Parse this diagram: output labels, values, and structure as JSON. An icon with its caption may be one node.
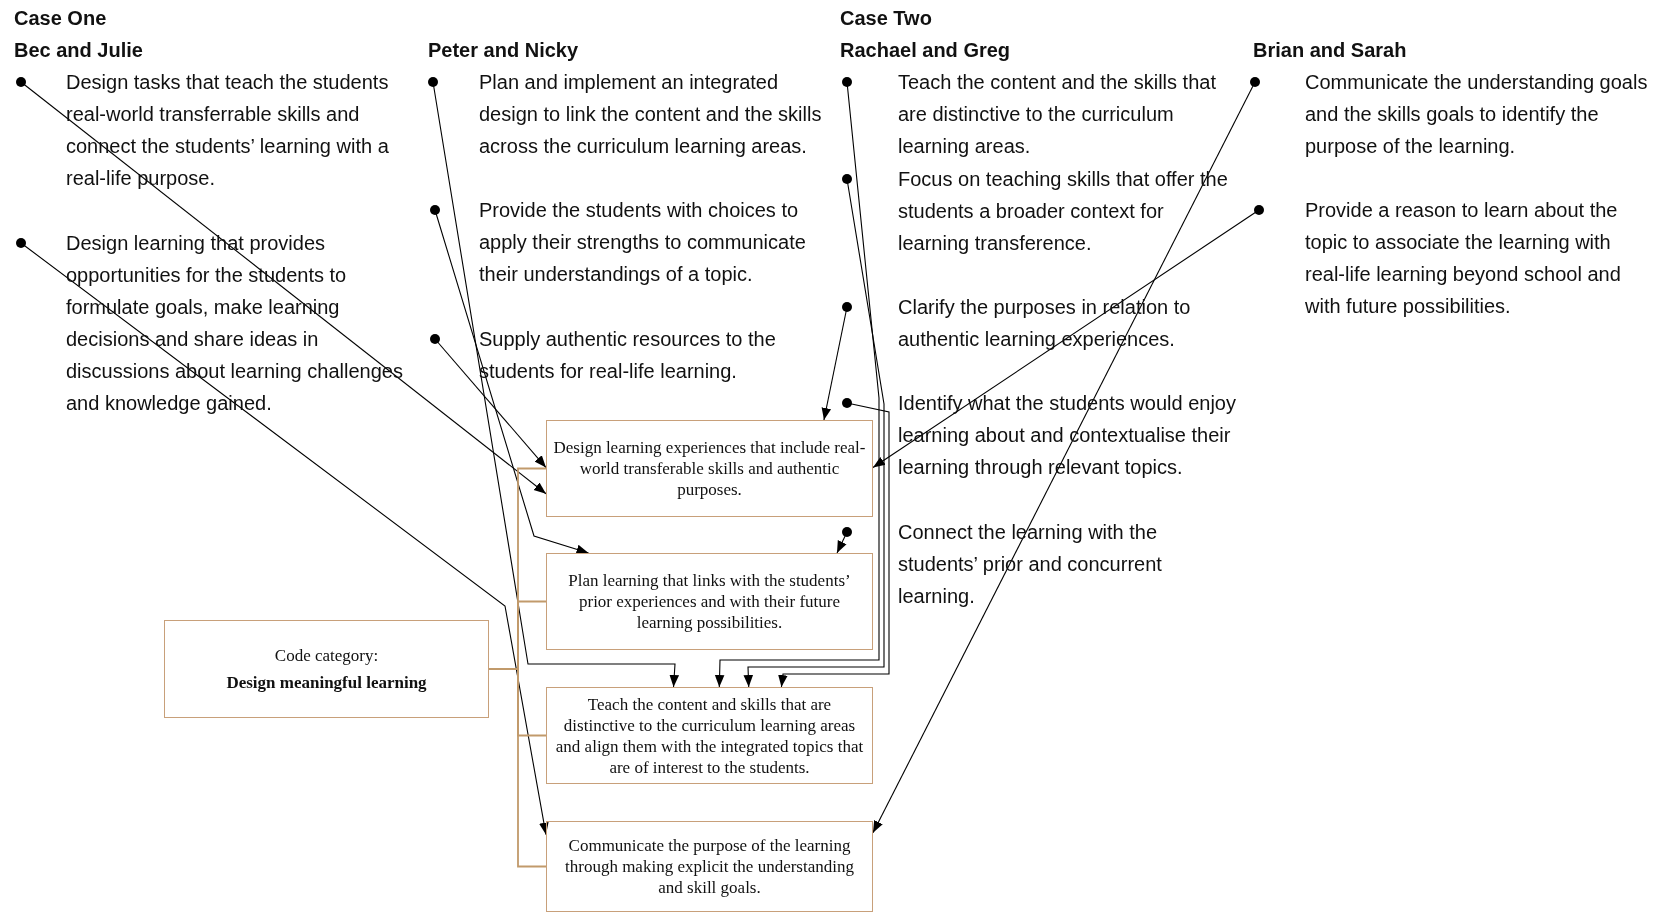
{
  "diagram": {
    "nodes": [
      {
        "text": [
          "Design tasks that teach the students real-world transferrable skills and connect the students’ learning with a real-life purpose."
        ]
      },
      {
        "text": [
          "Design learning that provides opportunities for the students to formulate goals, make learning decisions and share ideas in discussions about learning challenges and knowledge gained."
        ]
      },
      {
        "text": [
          "Plan and implement an integrated design to link the content and the skills across the curriculum learning areas."
        ]
      },
      {
        "text": [
          "Provide the students with choices to apply their strengths to communicate their understandings of a topic."
        ]
      },
      {
        "text": [
          "Supply authentic resources to the students for real-life learning."
        ]
      },
      {
        "text": [
          "Teach the content and the skills that are distinctive to the curriculum learning areas."
        ]
      },
      {
        "text": [
          "Focus on teaching skills that offer the students a broader context for learning transference."
        ]
      },
      {
        "text": [
          "Clarify the purposes in relation to authentic learning experiences."
        ]
      },
      {
        "text": [
          "Identify what the students would enjoy learning about and contextualise their learning through relevant topics."
        ]
      },
      {
        "text": [
          "Connect the learning with the students’ prior and concurrent learning."
        ]
      },
      {
        "text": [
          "Communicate the understanding goals and the skills goals to identify the purpose of the learning."
        ]
      },
      {
        "text": [
          "Provide a reason to learn about the topic to associate the learning with real-life learning beyond school and with future possibilities."
        ]
      },
      {
        "text": [
          "Code category:",
          "Design meaningful learning"
        ]
      },
      {
        "text": [
          "Design learning experiences that include real-world transferable skills and authentic purposes."
        ]
      },
      {
        "text": [
          "Plan learning that links with the students’ prior experiences and with their future learning possibilities."
        ]
      },
      {
        "text": [
          "Teach the content and skills that are distinctive to the curriculum learning areas and align them with the integrated topics that are of interest to the students."
        ]
      },
      {
        "text": [
          "Communicate the purpose of the learning through making explicit the understanding and skill goals."
        ]
      }
    ],
    "edges": [
      {
        "from": 0,
        "to": 13,
        "arrow": "to"
      },
      {
        "from": 1,
        "to": 16,
        "arrow": "to"
      },
      {
        "from": 2,
        "to": 15,
        "arrow": "to"
      },
      {
        "from": 3,
        "to": 14,
        "arrow": "to"
      },
      {
        "from": 4,
        "to": 13,
        "arrow": "to"
      },
      {
        "from": 5,
        "to": 15,
        "arrow": "to"
      },
      {
        "from": 6,
        "to": 15,
        "arrow": "to"
      },
      {
        "from": 7,
        "to": 13,
        "arrow": "to"
      },
      {
        "from": 8,
        "to": 15,
        "arrow": "to"
      },
      {
        "from": 9,
        "to": 14,
        "arrow": "to"
      },
      {
        "from": 10,
        "to": 16,
        "arrow": "to"
      },
      {
        "from": 11,
        "to": 13,
        "arrow": "to"
      },
      {
        "from": 12,
        "to": 13,
        "arrow": "none",
        "color": "#c19a6b"
      },
      {
        "from": 12,
        "to": 14,
        "arrow": "none",
        "color": "#c19a6b"
      },
      {
        "from": 12,
        "to": 15,
        "arrow": "none",
        "color": "#c19a6b"
      },
      {
        "from": 12,
        "to": 16,
        "arrow": "none",
        "color": "#c19a6b"
      }
    ],
    "labels": [
      "Case One",
      "Bec and Julie",
      "Peter and Nicky",
      "Case Two",
      "Rachael and Greg",
      "Brian and Sarah"
    ]
  }
}
